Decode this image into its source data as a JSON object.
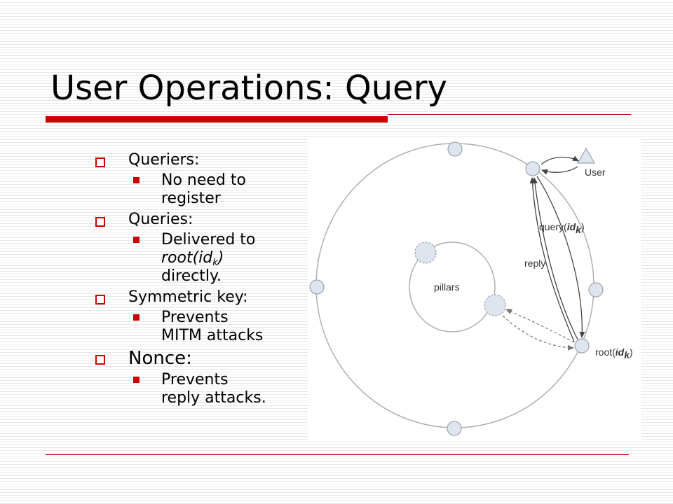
{
  "slide": {
    "title": "User Operations: Query",
    "colors": {
      "accent": "#cc0000",
      "node_fill": "#dfe5ee",
      "line": "#999999"
    }
  },
  "bullets": {
    "queriers": {
      "label": "Queriers:",
      "sub": [
        "No need to",
        "register"
      ]
    },
    "queries": {
      "label": "Queries:",
      "sub_line1": "Delivered to",
      "sub_root": "root(id",
      "sub_k": "k",
      "sub_close": ")",
      "sub_line3": "directly."
    },
    "symmetric": {
      "label": "Symmetric key:",
      "sub": [
        "Prevents",
        "MITM attacks"
      ]
    },
    "nonce": {
      "label": "Nonce:",
      "sub": [
        "Prevents",
        "reply attacks."
      ]
    }
  },
  "diagram": {
    "user_label": "User",
    "pillars_label": "pillars",
    "query_label": "query(",
    "query_id": "id",
    "query_k": "k",
    "query_close": ")",
    "reply_label": "reply",
    "root_label": "root(",
    "root_id": "id",
    "root_k": "k",
    "root_close": ")"
  }
}
